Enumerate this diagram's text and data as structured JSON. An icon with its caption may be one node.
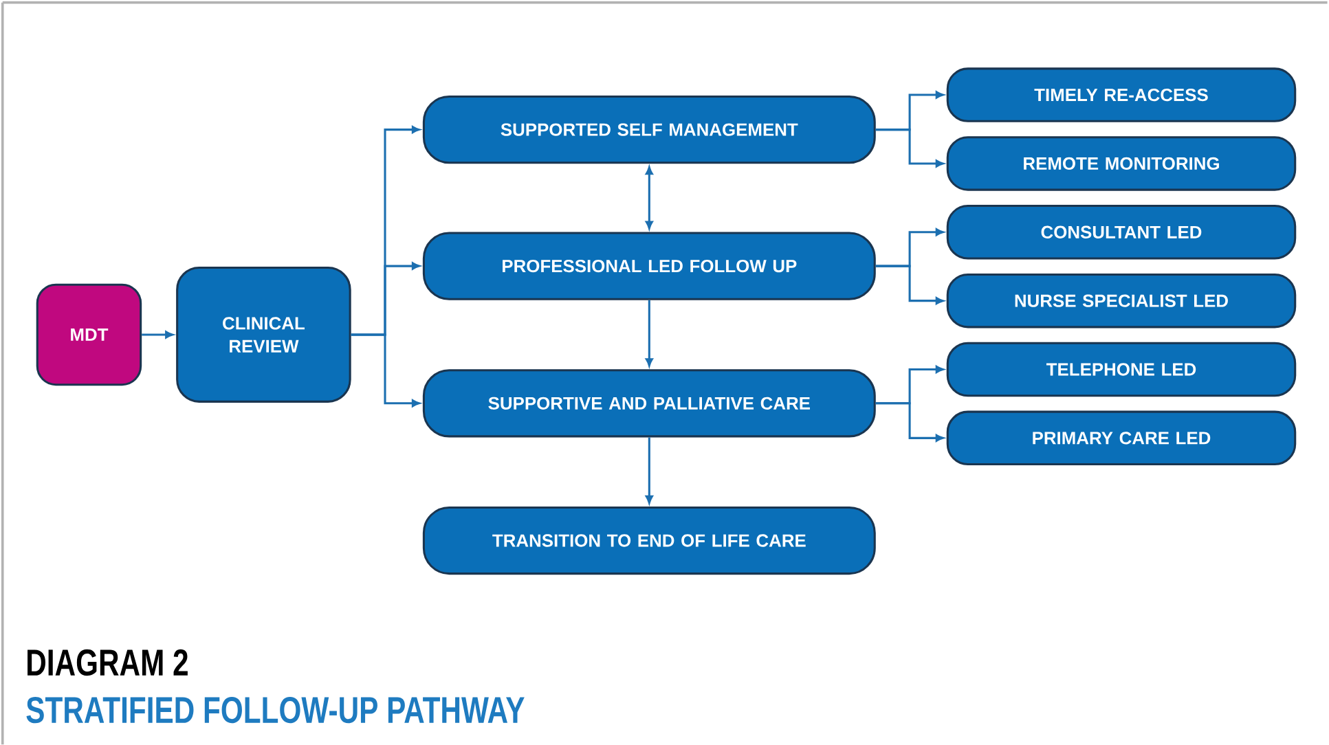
{
  "diagram": {
    "title": "STRATIFIED FOLLOW-UP PATHWAY",
    "nodes": [
      {
        "text": [
          "MDT"
        ]
      },
      {
        "text": [
          "CLINICAL REVIEW"
        ]
      },
      {
        "text": [
          "SUPPORTED SELF MANAGEMENT"
        ]
      },
      {
        "text": [
          "PROFESSIONAL LED FOLLOW UP"
        ]
      },
      {
        "text": [
          "SUPPORTIVE AND PALLIATIVE CARE"
        ]
      },
      {
        "text": [
          "TRANSITION TO END OF LIFE CARE"
        ]
      },
      {
        "text": [
          "TIMELY RE-ACCESS"
        ]
      },
      {
        "text": [
          "REMOTE MONITORING"
        ]
      },
      {
        "text": [
          "CONSULTANT LED"
        ]
      },
      {
        "text": [
          "NURSE SPECIALIST LED"
        ]
      },
      {
        "text": [
          "TELEPHONE LED"
        ]
      },
      {
        "text": [
          "PRIMARY CARE LED"
        ]
      }
    ],
    "edges": [
      {
        "from": 0,
        "to": 1,
        "arrow": "to"
      },
      {
        "from": 1,
        "to": 2,
        "arrow": "to"
      },
      {
        "from": 1,
        "to": 3,
        "arrow": "to"
      },
      {
        "from": 1,
        "to": 4,
        "arrow": "to"
      },
      {
        "from": 2,
        "to": 3,
        "arrow": "both"
      },
      {
        "from": 3,
        "to": 4,
        "arrow": "to"
      },
      {
        "from": 4,
        "to": 5,
        "arrow": "to"
      },
      {
        "from": 2,
        "to": 6,
        "arrow": "to"
      },
      {
        "from": 2,
        "to": 7,
        "arrow": "to"
      },
      {
        "from": 3,
        "to": 8,
        "arrow": "to"
      },
      {
        "from": 3,
        "to": 9,
        "arrow": "to"
      },
      {
        "from": 4,
        "to": 10,
        "arrow": "to"
      },
      {
        "from": 4,
        "to": 11,
        "arrow": "to"
      }
    ],
    "labels": [
      "DIAGRAM 2"
    ]
  }
}
